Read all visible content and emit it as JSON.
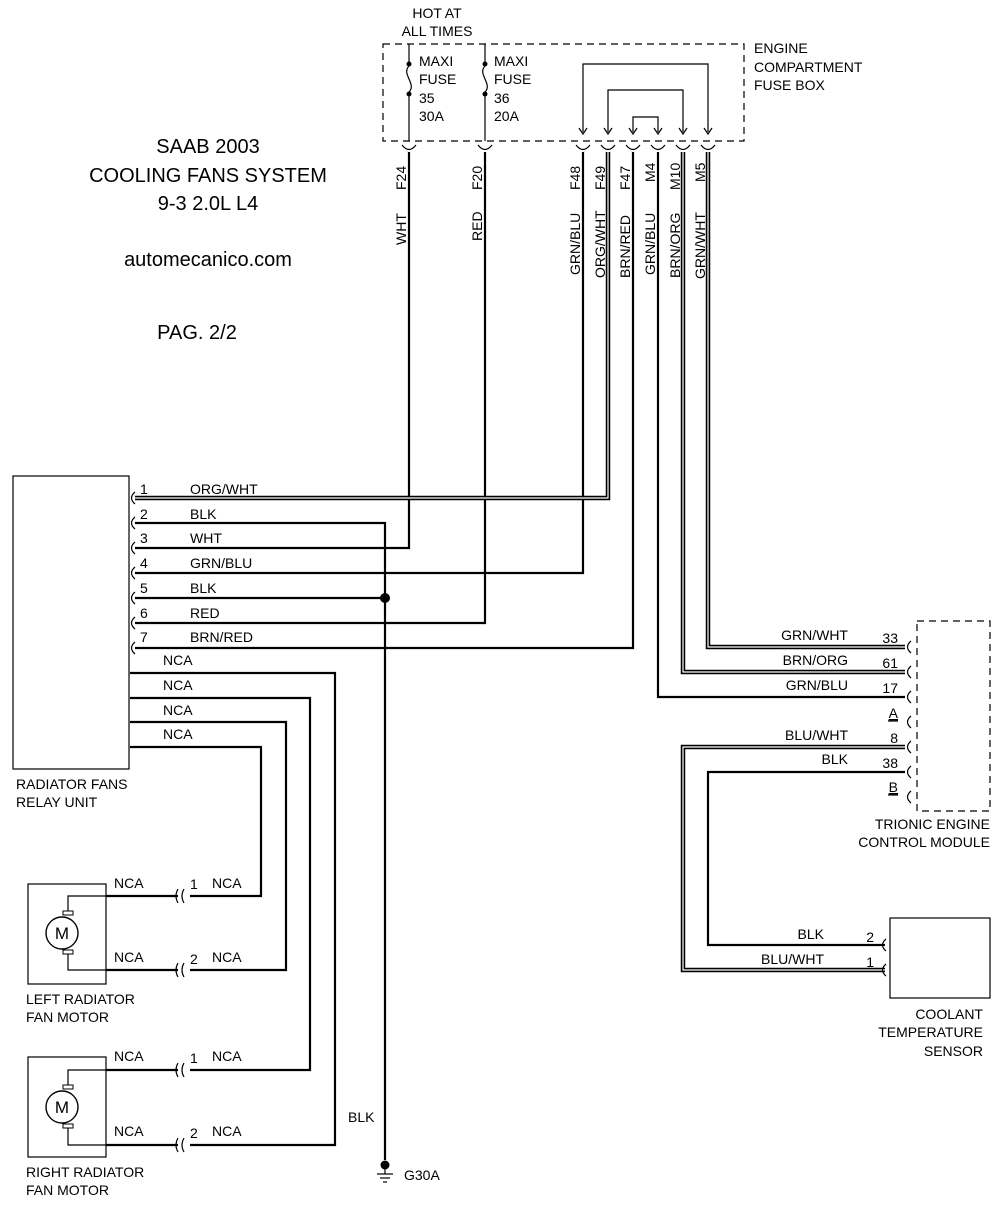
{
  "title": {
    "line1": "SAAB 2003",
    "line2": "COOLING FANS SYSTEM",
    "line3": "9-3 2.0L L4",
    "website": "automecanico.com",
    "page": "PAG. 2/2"
  },
  "fuse_box": {
    "hot_line1": "HOT AT",
    "hot_line2": "ALL TIMES",
    "label": [
      "ENGINE",
      "COMPARTMENT",
      "FUSE BOX"
    ],
    "fuses": [
      {
        "lines": [
          "MAXI",
          "FUSE",
          "35",
          "30A"
        ]
      },
      {
        "lines": [
          "MAXI",
          "FUSE",
          "36",
          "20A"
        ]
      }
    ],
    "terminals": [
      "F24",
      "F20",
      "F48",
      "F49",
      "F47",
      "M4",
      "M10",
      "M5"
    ],
    "wire_colors": [
      "WHT",
      "RED",
      "GRN/BLU",
      "ORG/WHT",
      "BRN/RED",
      "GRN/BLU",
      "BRN/ORG",
      "GRN/WHT"
    ]
  },
  "relay_unit": {
    "label": [
      "RADIATOR FANS",
      "RELAY UNIT"
    ],
    "pins": [
      {
        "num": "1",
        "color": "ORG/WHT"
      },
      {
        "num": "2",
        "color": "BLK"
      },
      {
        "num": "3",
        "color": "WHT"
      },
      {
        "num": "4",
        "color": "GRN/BLU"
      },
      {
        "num": "5",
        "color": "BLK"
      },
      {
        "num": "6",
        "color": "RED"
      },
      {
        "num": "7",
        "color": "BRN/RED"
      }
    ],
    "nca_labels": [
      "NCA",
      "NCA",
      "NCA",
      "NCA"
    ]
  },
  "ecm": {
    "label": [
      "TRIONIC ENGINE",
      "CONTROL MODULE"
    ],
    "pins": [
      {
        "num": "33",
        "color": "GRN/WHT"
      },
      {
        "num": "61",
        "color": "BRN/ORG"
      },
      {
        "num": "17",
        "color": "GRN/BLU"
      },
      {
        "num": "A",
        "color": ""
      },
      {
        "num": "8",
        "color": "BLU/WHT"
      },
      {
        "num": "38",
        "color": "BLK"
      },
      {
        "num": "B",
        "color": ""
      }
    ]
  },
  "left_motor": {
    "label": [
      "LEFT RADIATOR",
      "FAN MOTOR"
    ],
    "symbol": "M",
    "pins": [
      {
        "num": "1",
        "left": "NCA",
        "right": "NCA"
      },
      {
        "num": "2",
        "left": "NCA",
        "right": "NCA"
      }
    ]
  },
  "right_motor": {
    "label": [
      "RIGHT RADIATOR",
      "FAN MOTOR"
    ],
    "symbol": "M",
    "pins": [
      {
        "num": "1",
        "left": "NCA",
        "right": "NCA"
      },
      {
        "num": "2",
        "left": "NCA",
        "right": "NCA"
      }
    ]
  },
  "sensor": {
    "label": [
      "COOLANT",
      "TEMPERATURE",
      "SENSOR"
    ],
    "pins": [
      {
        "num": "2",
        "color": "BLK"
      },
      {
        "num": "1",
        "color": "BLU/WHT"
      }
    ]
  },
  "ground": {
    "wire": "BLK",
    "label": "G30A"
  }
}
